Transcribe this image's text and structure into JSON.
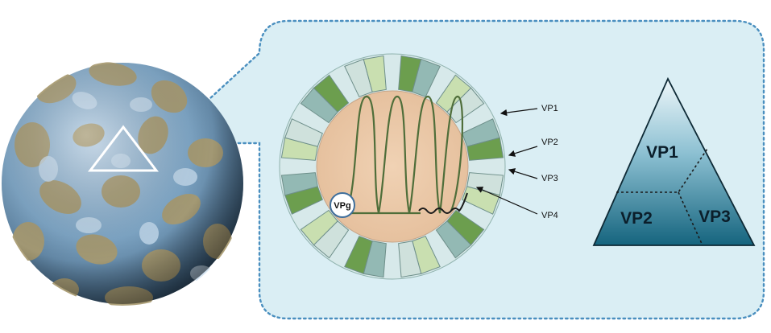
{
  "labels": {
    "vp1": "VP1",
    "vp2": "VP2",
    "vp3": "VP3",
    "vp4": "VP4",
    "vpg": "VPg"
  },
  "triangle": {
    "vp1": "VP1",
    "vp2": "VP2",
    "vp3": "VP3"
  },
  "colors": {
    "panel_fill": "#daeef4",
    "panel_border": "#4a8fbf",
    "capsid_interior": "#ecc9a8",
    "rna_strand": "#4f6e3a",
    "tile_dark_green": "#6c9e4e",
    "tile_light_green": "#c9dfb0",
    "tile_teal": "#93b9b4",
    "tile_pale": "#cfe1dc",
    "virus_blue": "#7da6c8",
    "virus_tan": "#a89a6f",
    "triangle_top": "#e6f3f7",
    "triangle_bottom": "#1c6d86"
  }
}
